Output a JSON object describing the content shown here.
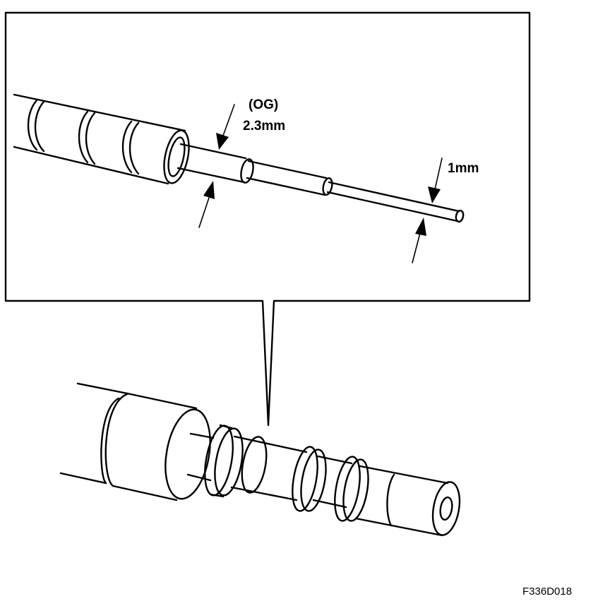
{
  "labels": {
    "outer_code": "(OG)",
    "outer_size": "2.3mm",
    "inner_size": "1mm",
    "figure_code": "F336D018"
  },
  "colors": {
    "ink": "#000000",
    "paper": "#ffffff"
  }
}
